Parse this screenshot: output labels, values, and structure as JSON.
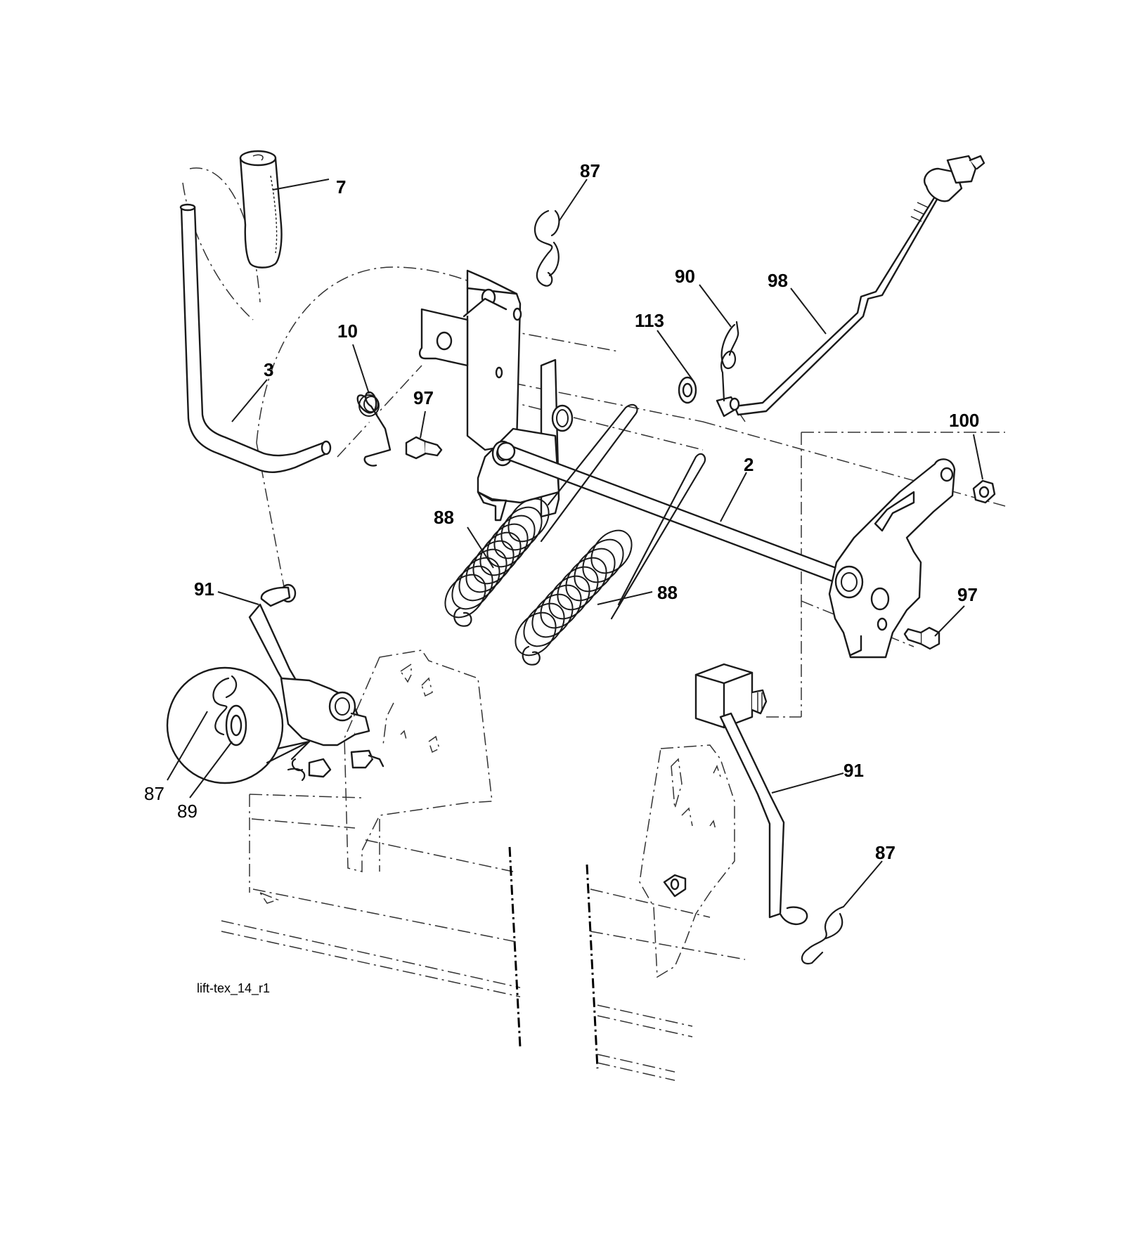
{
  "callouts": {
    "c7": "7",
    "c87_top": "87",
    "c90": "90",
    "c98": "98",
    "c113": "113",
    "c10": "10",
    "c3": "3",
    "c97_left": "97",
    "c100": "100",
    "c2": "2",
    "c88_left": "88",
    "c88_right": "88",
    "c97_right": "97",
    "c91_left": "91",
    "c91_right": "91",
    "c87_detail": "87",
    "c89": "89",
    "c87_bottom": "87"
  },
  "caption": "lift-tex_14_r1"
}
